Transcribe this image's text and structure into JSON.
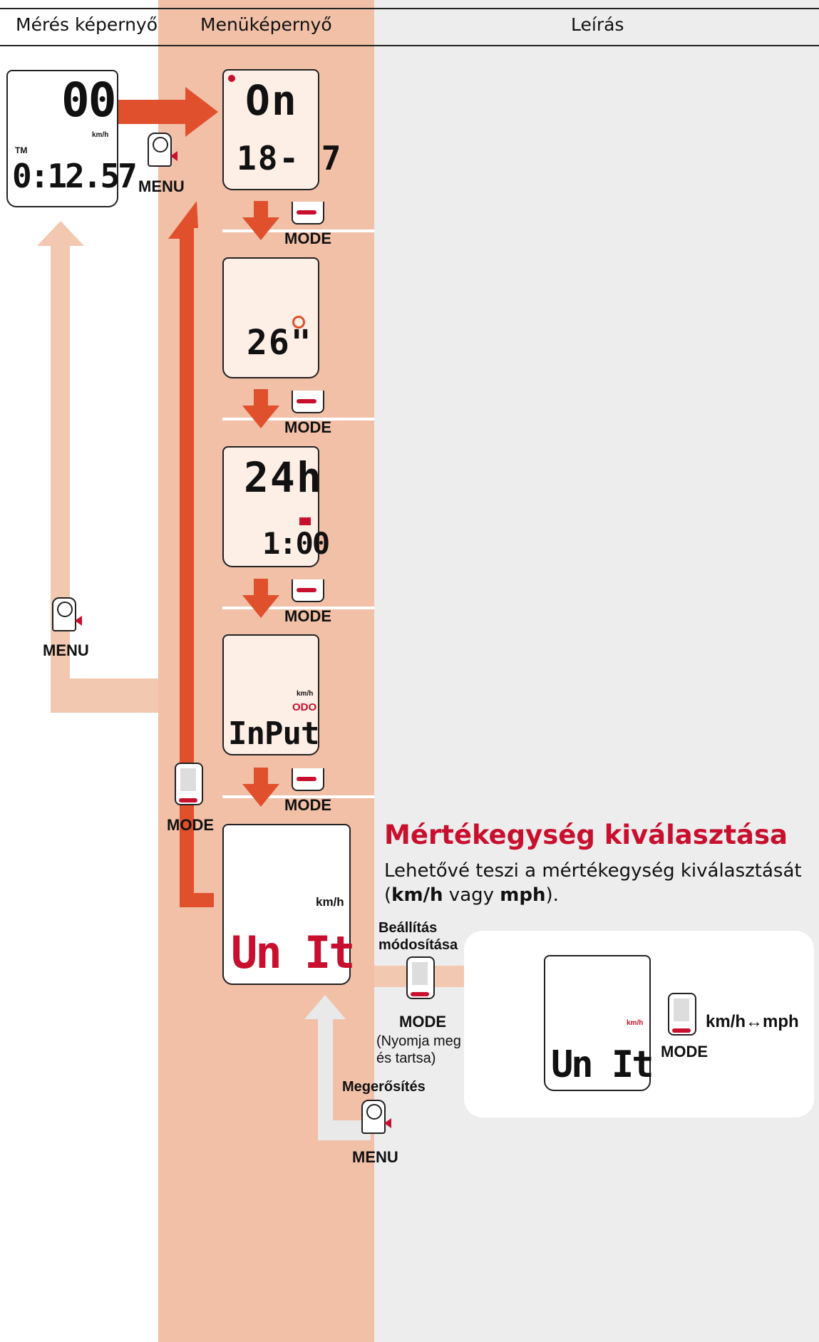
{
  "headers": {
    "measure": "Mérés képernyő",
    "menu": "Menüképernyő",
    "desc": "Leírás"
  },
  "measure_screen": {
    "speed": "00",
    "unit": "km/h",
    "tm": "TM",
    "time": "0:12.57"
  },
  "menu_screens": [
    {
      "line1": "On",
      "line2": "18- 7"
    },
    {
      "line1": "26\""
    },
    {
      "line1": "24h",
      "line2": "1:00"
    },
    {
      "unit": "km/h",
      "label": "ODO",
      "line1": "InPut"
    },
    {
      "unit": "km/h",
      "line1": "Un It"
    }
  ],
  "buttons": {
    "menu": "MENU",
    "mode": "MODE"
  },
  "section": {
    "title": "Mértékegység kiválasztása",
    "text_a": "Lehetővé teszi a mértékegység kiválasztását",
    "text_open": "(",
    "unit_kmh": "km/h",
    "text_or": " vagy ",
    "unit_mph": "mph",
    "text_close": ")."
  },
  "change": {
    "label1": "Beállítás",
    "label2": "módosítása",
    "mode": "MODE",
    "hold1": "(Nyomja meg",
    "hold2": "és tartsa)"
  },
  "confirm": {
    "label": "Megerősítés",
    "menu": "MENU"
  },
  "result": {
    "unit": "km/h",
    "line1": "Un It",
    "mode": "MODE",
    "toggle": "km/h↔mph"
  },
  "colors": {
    "menu_column": "#f1c0a7",
    "desc_column": "#ededed",
    "arrow_main": "#e0502c",
    "arrow_light": "#f2c8b0",
    "accent_red": "#c8102e"
  }
}
